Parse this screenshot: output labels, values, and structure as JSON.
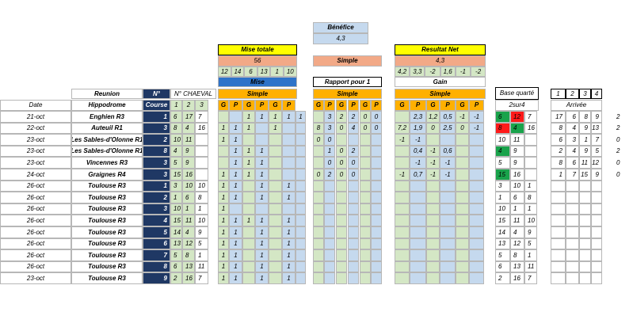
{
  "benefice": {
    "label": "Bénéfice",
    "value": "4,3"
  },
  "mise_totale": {
    "label": "Mise totale",
    "value": "56",
    "subs": [
      "12",
      "14",
      "6",
      "13",
      "1",
      "10"
    ]
  },
  "simple_top": "Simple",
  "resultat_net": {
    "label": "Resultat Net",
    "value": "4,3",
    "subs": [
      "4,2",
      "3,3",
      "-2",
      "1,6",
      "-1",
      "-2"
    ]
  },
  "mise_label": "Mise",
  "rapport_label": "Rapport pour 1",
  "gain_label": "Gain",
  "base_quarte_label": "Base quarté",
  "arrivee_nums": [
    "1",
    "2",
    "3",
    "4"
  ],
  "headers": {
    "reunion": "Reunion",
    "no": "N°",
    "no_cheval": "N° CHAEVAL",
    "simple": "Simple",
    "date": "Date",
    "hippodrome": "Hippodrome",
    "course": "Course",
    "sursur": "2sur4",
    "arrivee": "Arrivée",
    "cols123": [
      "1",
      "2",
      "3"
    ],
    "gp": [
      "G",
      "P",
      "G",
      "P",
      "G",
      "P"
    ]
  },
  "rows": [
    {
      "date": "21-oct",
      "hippo": "Enghien R3",
      "course": "1",
      "chevaux": [
        "6",
        "17",
        "7"
      ],
      "mise": [
        "",
        "",
        "1",
        "1",
        "1",
        "1",
        "1"
      ],
      "rapport": [
        "",
        "3",
        "2",
        "2",
        "0",
        "0"
      ],
      "gain": [
        "",
        "2,3",
        "1,2",
        "0,5",
        "-1",
        "-1"
      ],
      "base": [
        "6",
        "12",
        "7"
      ],
      "arrivee": [
        "17",
        "6",
        "8",
        "9"
      ],
      "extra": "2"
    },
    {
      "date": "22-oct",
      "hippo": "Auteuil R1",
      "course": "3",
      "chevaux": [
        "8",
        "4",
        "16"
      ],
      "mise": [
        "1",
        "1",
        "1",
        "",
        "1",
        "",
        ""
      ],
      "rapport": [
        "8",
        "3",
        "0",
        "4",
        "0",
        "0"
      ],
      "gain": [
        "7,2",
        "1,9",
        "0",
        "2,5",
        "0",
        "-1"
      ],
      "base": [
        "8",
        "4",
        "16"
      ],
      "arrivee": [
        "8",
        "4",
        "9",
        "13"
      ],
      "extra": "2"
    },
    {
      "date": "23-oct",
      "hippo": "Les Sables-d'Olonne R1",
      "course": "2",
      "chevaux": [
        "10",
        "11",
        ""
      ],
      "mise": [
        "1",
        "1",
        "",
        "",
        "",
        "",
        ""
      ],
      "rapport": [
        "0",
        "0",
        "",
        "",
        "",
        ""
      ],
      "gain": [
        "-1",
        "-1",
        "",
        "",
        "",
        ""
      ],
      "base": [
        "10",
        "11",
        ""
      ],
      "arrivee": [
        "6",
        "3",
        "1",
        "7"
      ],
      "extra": "0"
    },
    {
      "date": "23-oct",
      "hippo": "Les Sables-d'Olonne R1",
      "course": "8",
      "chevaux": [
        "4",
        "9",
        ""
      ],
      "mise": [
        "",
        "1",
        "1",
        "1",
        "",
        "",
        ""
      ],
      "rapport": [
        "",
        "1",
        "0",
        "2",
        "",
        ""
      ],
      "gain": [
        "",
        "0,4",
        "-1",
        "0,6",
        "",
        ""
      ],
      "base": [
        "4",
        "9",
        ""
      ],
      "arrivee": [
        "2",
        "4",
        "9",
        "5"
      ],
      "extra": "2"
    },
    {
      "date": "23-oct",
      "hippo": "Vincennes R3",
      "course": "3",
      "chevaux": [
        "5",
        "9",
        ""
      ],
      "mise": [
        "",
        "1",
        "1",
        "1",
        "",
        "",
        ""
      ],
      "rapport": [
        "",
        "0",
        "0",
        "0",
        "",
        ""
      ],
      "gain": [
        "",
        "-1",
        "-1",
        "-1",
        "",
        ""
      ],
      "base": [
        "5",
        "9",
        ""
      ],
      "arrivee": [
        "8",
        "6",
        "11",
        "12"
      ],
      "extra": "0"
    },
    {
      "date": "24-oct",
      "hippo": "Graignes R4",
      "course": "3",
      "chevaux": [
        "15",
        "16",
        ""
      ],
      "mise": [
        "1",
        "1",
        "1",
        "1",
        "",
        "",
        ""
      ],
      "rapport": [
        "0",
        "2",
        "0",
        "0",
        "",
        ""
      ],
      "gain": [
        "-1",
        "0,7",
        "-1",
        "-1",
        "",
        ""
      ],
      "base": [
        "15",
        "16",
        ""
      ],
      "arrivee": [
        "1",
        "7",
        "15",
        "9"
      ],
      "extra": "0"
    },
    {
      "date": "26-oct",
      "hippo": "Toulouse R3",
      "course": "1",
      "chevaux": [
        "3",
        "10",
        "10"
      ],
      "mise": [
        "1",
        "1",
        "",
        "1",
        "",
        "1",
        ""
      ],
      "rapport": [
        "",
        "",
        "",
        "",
        "",
        ""
      ],
      "gain": [
        "",
        "",
        "",
        "",
        "",
        ""
      ],
      "base": [
        "3",
        "10",
        "1"
      ],
      "arrivee": [
        "",
        "",
        "",
        ""
      ],
      "extra": ""
    },
    {
      "date": "26-oct",
      "hippo": "Toulouse R3",
      "course": "2",
      "chevaux": [
        "1",
        "6",
        "8"
      ],
      "mise": [
        "1",
        "1",
        "",
        "1",
        "",
        "1",
        ""
      ],
      "rapport": [
        "",
        "",
        "",
        "",
        "",
        ""
      ],
      "gain": [
        "",
        "",
        "",
        "",
        "",
        ""
      ],
      "base": [
        "1",
        "6",
        "8"
      ],
      "arrivee": [
        "",
        "",
        "",
        ""
      ],
      "extra": ""
    },
    {
      "date": "26-oct",
      "hippo": "Toulouse R3",
      "course": "3",
      "chevaux": [
        "10",
        "1",
        "1"
      ],
      "mise": [
        "1",
        "",
        "",
        "",
        "",
        "",
        ""
      ],
      "rapport": [
        "",
        "",
        "",
        "",
        "",
        ""
      ],
      "gain": [
        "",
        "",
        "",
        "",
        "",
        ""
      ],
      "base": [
        "10",
        "1",
        "1"
      ],
      "arrivee": [
        "",
        "",
        "",
        ""
      ],
      "extra": ""
    },
    {
      "date": "26-oct",
      "hippo": "Toulouse R3",
      "course": "4",
      "chevaux": [
        "15",
        "11",
        "10"
      ],
      "mise": [
        "1",
        "1",
        "1",
        "1",
        "",
        "1",
        ""
      ],
      "rapport": [
        "",
        "",
        "",
        "",
        "",
        ""
      ],
      "gain": [
        "",
        "",
        "",
        "",
        "",
        ""
      ],
      "base": [
        "15",
        "11",
        "10"
      ],
      "arrivee": [
        "",
        "",
        "",
        ""
      ],
      "extra": ""
    },
    {
      "date": "26-oct",
      "hippo": "Toulouse R3",
      "course": "5",
      "chevaux": [
        "14",
        "4",
        "9"
      ],
      "mise": [
        "1",
        "1",
        "",
        "1",
        "",
        "1",
        ""
      ],
      "rapport": [
        "",
        "",
        "",
        "",
        "",
        ""
      ],
      "gain": [
        "",
        "",
        "",
        "",
        "",
        ""
      ],
      "base": [
        "14",
        "4",
        "9"
      ],
      "arrivee": [
        "",
        "",
        "",
        ""
      ],
      "extra": ""
    },
    {
      "date": "26-oct",
      "hippo": "Toulouse R3",
      "course": "6",
      "chevaux": [
        "13",
        "12",
        "5"
      ],
      "mise": [
        "1",
        "1",
        "",
        "1",
        "",
        "1",
        ""
      ],
      "rapport": [
        "",
        "",
        "",
        "",
        "",
        ""
      ],
      "gain": [
        "",
        "",
        "",
        "",
        "",
        ""
      ],
      "base": [
        "13",
        "12",
        "5"
      ],
      "arrivee": [
        "",
        "",
        "",
        ""
      ],
      "extra": ""
    },
    {
      "date": "26-oct",
      "hippo": "Toulouse R3",
      "course": "7",
      "chevaux": [
        "5",
        "8",
        "1"
      ],
      "mise": [
        "1",
        "1",
        "",
        "1",
        "",
        "1",
        ""
      ],
      "rapport": [
        "",
        "",
        "",
        "",
        "",
        ""
      ],
      "gain": [
        "",
        "",
        "",
        "",
        "",
        ""
      ],
      "base": [
        "5",
        "8",
        "1"
      ],
      "arrivee": [
        "",
        "",
        "",
        ""
      ],
      "extra": ""
    },
    {
      "date": "26-oct",
      "hippo": "Toulouse R3",
      "course": "8",
      "chevaux": [
        "6",
        "13",
        "11"
      ],
      "mise": [
        "1",
        "1",
        "",
        "1",
        "",
        "1",
        ""
      ],
      "rapport": [
        "",
        "",
        "",
        "",
        "",
        ""
      ],
      "gain": [
        "",
        "",
        "",
        "",
        "",
        ""
      ],
      "base": [
        "6",
        "13",
        "11"
      ],
      "arrivee": [
        "",
        "",
        "",
        ""
      ],
      "extra": ""
    },
    {
      "date": "23-oct",
      "hippo": "Toulouse R3",
      "course": "9",
      "chevaux": [
        "2",
        "16",
        "7"
      ],
      "mise": [
        "1",
        "1",
        "",
        "1",
        "",
        "1",
        ""
      ],
      "rapport": [
        "",
        "",
        "",
        "",
        "",
        ""
      ],
      "gain": [
        "",
        "",
        "",
        "",
        "",
        ""
      ],
      "base": [
        "2",
        "16",
        "7"
      ],
      "arrivee": [
        "",
        "",
        "",
        ""
      ],
      "extra": ""
    }
  ],
  "highlight": {
    "green": "#19a34b",
    "red": "#ff1a1a"
  }
}
